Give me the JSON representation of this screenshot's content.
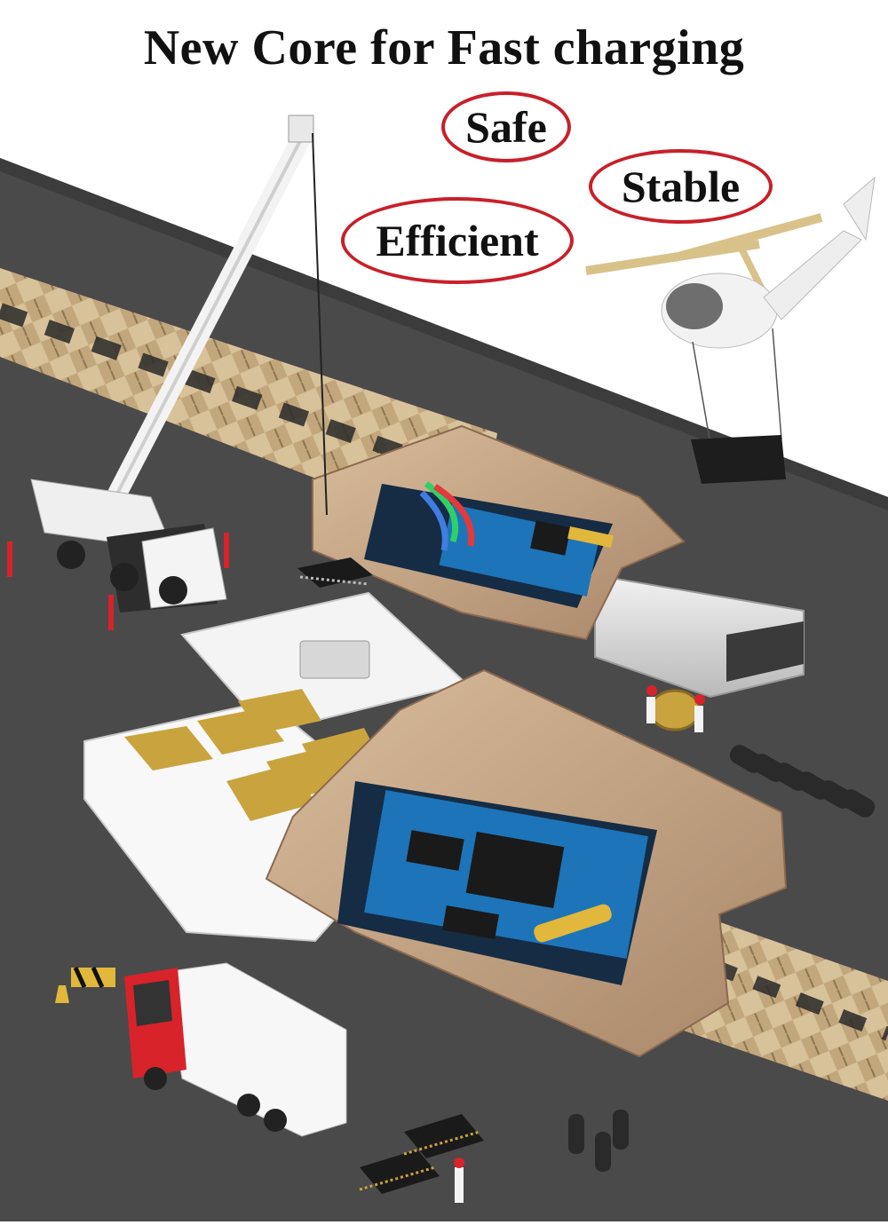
{
  "headline": "New Core for Fast charging",
  "badges": {
    "safe": "Safe",
    "stable": "Stable",
    "efficient": "Efficient"
  },
  "colors": {
    "road": "#4a4a4a",
    "background": "#ffffff",
    "badge_border": "#c8202a",
    "connector_shell": "#c9a987",
    "cable_braid": "#bfa57a",
    "pcb": "#1d74b8",
    "truck_red": "#d8232a"
  }
}
